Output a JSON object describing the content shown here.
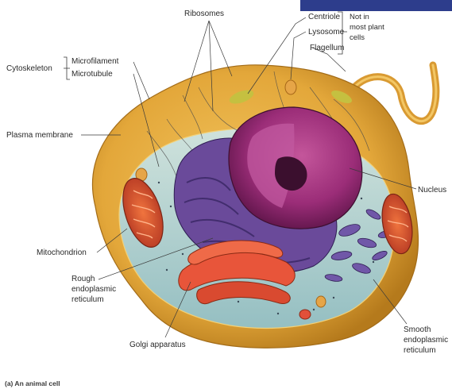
{
  "labels": {
    "ribosomes": "Ribosomes",
    "centriole": "Centriole",
    "lysosome": "Lysosome",
    "flagellum": "Flagellum",
    "not_in_plant_cells": [
      "Not in",
      "most plant",
      "cells"
    ],
    "cytoskeleton": "Cytoskeleton",
    "microfilament": "Microfilament",
    "microtubule": "Microtubule",
    "plasma_membrane": "Plasma membrane",
    "nucleus": "Nucleus",
    "mitochondrion": "Mitochondrion",
    "rough_er": [
      "Rough",
      "endoplasmic",
      "reticulum"
    ],
    "golgi": "Golgi apparatus",
    "smooth_er": [
      "Smooth",
      "endoplasmic",
      "reticulum"
    ]
  },
  "caption": "(a) An animal cell",
  "colors": {
    "membrane": "#e3a73a",
    "membrane_edge": "#b57a1c",
    "cytoplasm": "#a9cdcd",
    "nucleus": "#a0307a",
    "nucleus_dark": "#6d1c54",
    "er": "#6a4a9a",
    "er_dark": "#3e2a6a",
    "golgi": "#e8553a",
    "mito": "#e2503a",
    "corner_band": "#2d3d8c"
  }
}
